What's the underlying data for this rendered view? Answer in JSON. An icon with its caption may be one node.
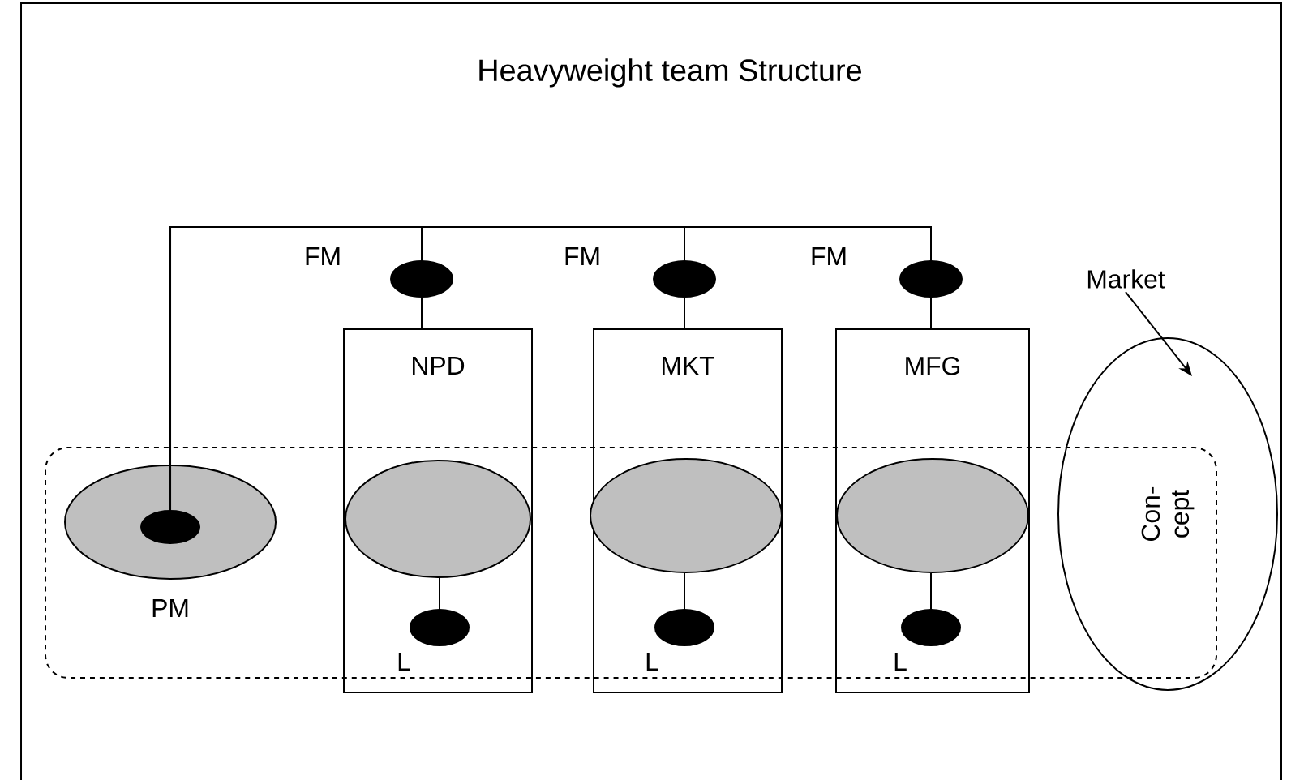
{
  "diagram": {
    "title": "Heavyweight team Structure",
    "nodes": [
      {
        "text": [],
        "shape": "ellipse",
        "beside": [
          "PM"
        ]
      },
      {
        "text": [],
        "shape": "ellipse",
        "in": 0
      },
      {
        "text": [
          "NPD"
        ]
      },
      {
        "text": [],
        "shape": "ellipse",
        "beside": [
          "FM"
        ]
      },
      {
        "text": [],
        "shape": "ellipse",
        "in": 2
      },
      {
        "text": [],
        "shape": "ellipse",
        "in": 2,
        "beside": [
          "L"
        ]
      },
      {
        "text": [
          "MKT"
        ]
      },
      {
        "text": [],
        "shape": "ellipse",
        "beside": [
          "FM"
        ]
      },
      {
        "text": [],
        "shape": "ellipse",
        "in": 6
      },
      {
        "text": [],
        "shape": "ellipse",
        "in": 6,
        "beside": [
          "L"
        ]
      },
      {
        "text": [
          "MFG"
        ]
      },
      {
        "text": [],
        "shape": "ellipse",
        "beside": [
          "FM"
        ]
      },
      {
        "text": [],
        "shape": "ellipse",
        "in": 10
      },
      {
        "text": [],
        "shape": "ellipse",
        "in": 10,
        "beside": [
          "L"
        ]
      },
      {
        "text": [
          "Market"
        ]
      },
      {
        "text": [
          "Con-cept"
        ]
      }
    ],
    "edges": [
      {
        "from": 1,
        "to": 3,
        "arrow": "none"
      },
      {
        "from": 1,
        "to": 7,
        "arrow": "none"
      },
      {
        "from": 1,
        "to": 11,
        "arrow": "none"
      },
      {
        "from": 3,
        "to": 2,
        "arrow": "none"
      },
      {
        "from": 7,
        "to": 6,
        "arrow": "none"
      },
      {
        "from": 11,
        "to": 10,
        "arrow": "none"
      },
      {
        "from": 4,
        "to": 5,
        "arrow": "none"
      },
      {
        "from": 8,
        "to": 9,
        "arrow": "none"
      },
      {
        "from": 12,
        "to": 13,
        "arrow": "none"
      },
      {
        "from": 14,
        "to": 15,
        "arrow": "to"
      }
    ]
  }
}
